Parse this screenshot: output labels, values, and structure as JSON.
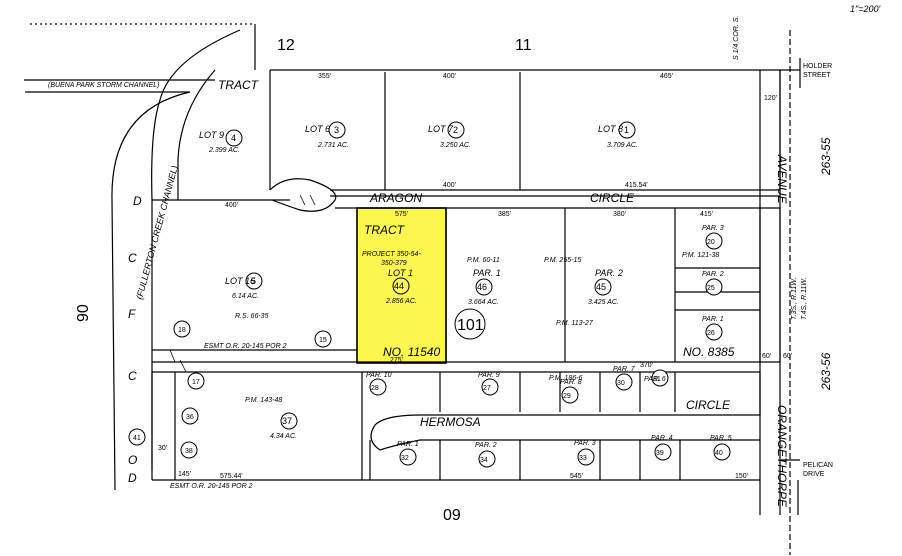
{
  "scale": "1\"=200'",
  "grid_numbers": {
    "n12": "12",
    "n11": "11",
    "n90": "90",
    "n09": "09"
  },
  "roads": {
    "aragon": "ARAGON",
    "circle_top": "CIRCLE",
    "hermosa": "HERMOSA",
    "circle_bottom": "CIRCLE",
    "avenue": "AVENUE",
    "orangethorpe": "ORANGETHORPE",
    "holder_street": [
      "HOLDER",
      "STREET"
    ],
    "pelican_drive": [
      "PELICAN",
      "DRIVE"
    ],
    "quarter_line": "S 1/4 COR. S.",
    "storm_channel": "(BUENA PARK STORM CHANNEL)",
    "creek_label": "(FULLERTON CREEK CHANNEL)",
    "left_vertical": "D",
    "left_c1": "C",
    "left_f": "F",
    "left_c2": "C",
    "left_o": "O",
    "left_d": "D"
  },
  "map_refs": {
    "top": "263-55",
    "bottom": "263-56",
    "twp": [
      "T.3S., R.11W.",
      "T.4S., R.11W."
    ]
  },
  "tract_labels": {
    "tract1": "TRACT",
    "tract2": "TRACT",
    "tract_no": "NO. 11540",
    "pm_no": "NO. 8385"
  },
  "project_label": [
    "PROJECT 350-54-",
    "350-379"
  ],
  "recordings": {
    "rs": "R.S. 66-35",
    "pm_143": "P.M. 143-48",
    "pm_60": "P.M. 60-11",
    "pm_255": "P.M. 255-15",
    "pm_113": "P.M. 113-27",
    "pm_186": "P.M. 186-6",
    "pm_121": "P.M. 121-38",
    "esmt": "ESMT O.R. 20-145 POR 2",
    "esmt2": "ESMT O.R. 20-145 POR 2"
  },
  "lots": {
    "lot9": {
      "name": "LOT 9",
      "badge": "4",
      "area": "2.399 AC."
    },
    "lot6": {
      "name": "LOT 6",
      "badge": "3",
      "area": "2.731 AC."
    },
    "lot7": {
      "name": "LOT 7",
      "badge": "2",
      "area": "3.250 AC."
    },
    "lot8": {
      "name": "LOT 8",
      "badge": "1",
      "area": "3.709 AC."
    },
    "lot16": {
      "name": "LOT 16",
      "badge": "5",
      "area": "6.14 AC."
    },
    "lot1": {
      "name": "LOT 1",
      "badge": "44",
      "area": "2.856 AC."
    },
    "par1": {
      "name": "PAR. 1",
      "badge": "46",
      "area": "3.664 AC."
    },
    "par2": {
      "name": "PAR. 2",
      "badge": "45",
      "area": "3.425 AC."
    },
    "par37": {
      "badge": "37",
      "area": "4.34 AC."
    }
  },
  "small_pars": {
    "p20": {
      "name": "PAR. 3",
      "badge": "20"
    },
    "p25": {
      "name": "PAR. 2",
      "badge": "25"
    },
    "p26": {
      "name": "PAR. 1",
      "badge": "26"
    },
    "p28": {
      "name": "PAR. 10",
      "badge": "28"
    },
    "p27": {
      "name": "PAR. 9",
      "badge": "27"
    },
    "p29": {
      "name": "PAR. 8",
      "badge": "29"
    },
    "p30": {
      "name": "PAR. 7",
      "badge": "30"
    },
    "p31": {
      "name": "PAR. 6",
      "badge": "31"
    },
    "p32": {
      "name": "PAR. 1",
      "badge": "32"
    },
    "p34": {
      "name": "PAR. 2",
      "badge": "34"
    },
    "p33": {
      "name": "PAR. 3",
      "badge": "33"
    },
    "p39": {
      "name": "PAR. 4",
      "badge": "39"
    },
    "p40": {
      "name": "PAR. 5",
      "badge": "40"
    }
  },
  "other_badges": {
    "b18": "18",
    "b15": "15",
    "b17": "17",
    "b36": "36",
    "b38": "38",
    "b41": "41"
  },
  "block_number": "101",
  "dims": {
    "d1": "355'",
    "d2": "400'",
    "d3": "465'",
    "d4": "400'",
    "d5": "415.54'",
    "d6": "575'",
    "d7": "385'",
    "d8": "380'",
    "d9": "415'",
    "d10": "120'",
    "d11": "400'",
    "d12": "275'",
    "d13": "60'",
    "d14": "60'",
    "d15": "30'",
    "d16": "145'",
    "d17": "575.44'",
    "d18": "545'",
    "d19": "370'",
    "d20": "150'"
  },
  "colors": {
    "highlight": "#fdf64e",
    "line": "#000000",
    "paper": "#ffffff"
  }
}
